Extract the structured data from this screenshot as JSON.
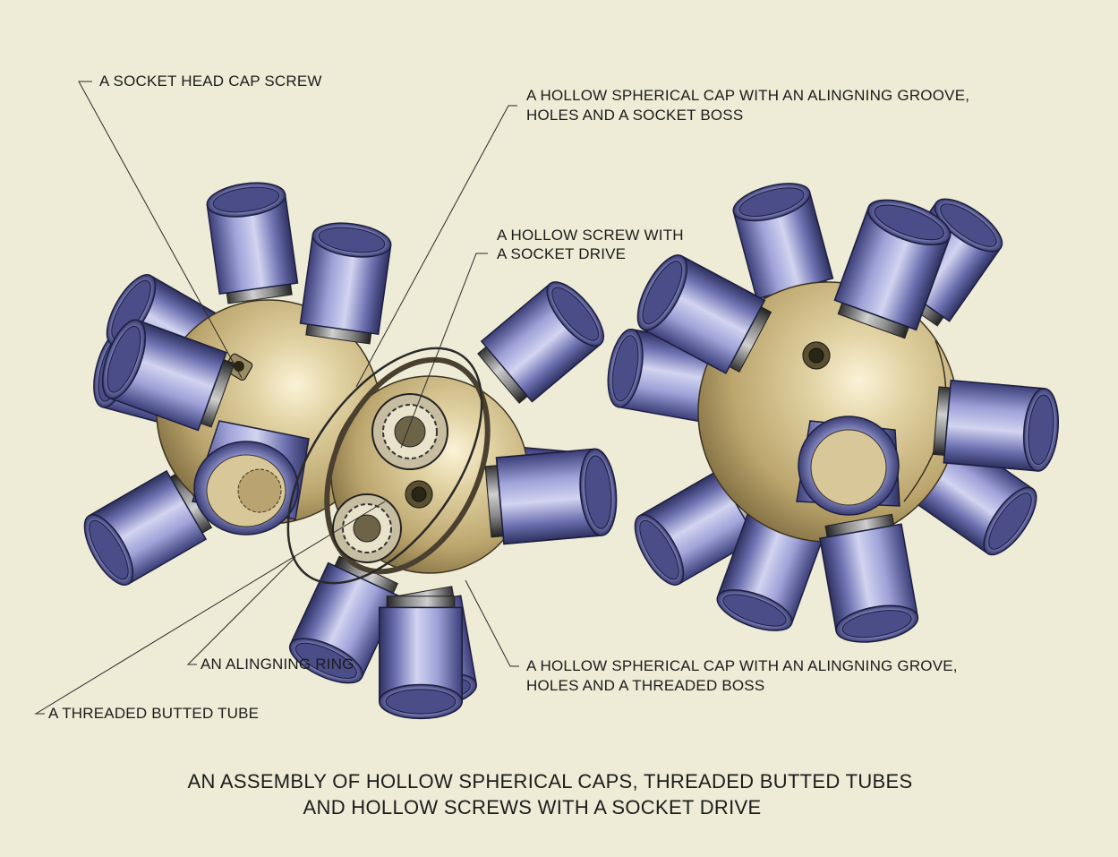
{
  "labels": {
    "socket_head_cap_screw": "A SOCKET HEAD CAP SCREW",
    "cap_socket_boss_line1": "A HOLLOW SPHERICAL CAP WITH AN ALINGNING GROOVE,",
    "cap_socket_boss_line2": "HOLES AND A SOCKET BOSS",
    "hollow_screw_line1": "A HOLLOW SCREW WITH",
    "hollow_screw_line2": "A SOCKET DRIVE",
    "aligning_ring": "AN ALINGNING RING",
    "threaded_butted_tube": "A THREADED BUTTED TUBE",
    "cap_threaded_boss_line1": "A HOLLOW SPHERICAL CAP WITH AN ALINGNING GROVE,",
    "cap_threaded_boss_line2": "HOLES AND A THREADED BOSS"
  },
  "caption": {
    "line1": "AN ASSEMBLY OF HOLLOW SPHERICAL CAPS, THREADED BUTTED TUBES",
    "line2": "AND HOLLOW SCREWS WITH A SOCKET DRIVE"
  },
  "colors": {
    "background": "#eeecd6",
    "sphere_brass": "#c8b27a",
    "tube_steel_blue": "#7f83c0",
    "leader_line": "#2a2a2a"
  }
}
